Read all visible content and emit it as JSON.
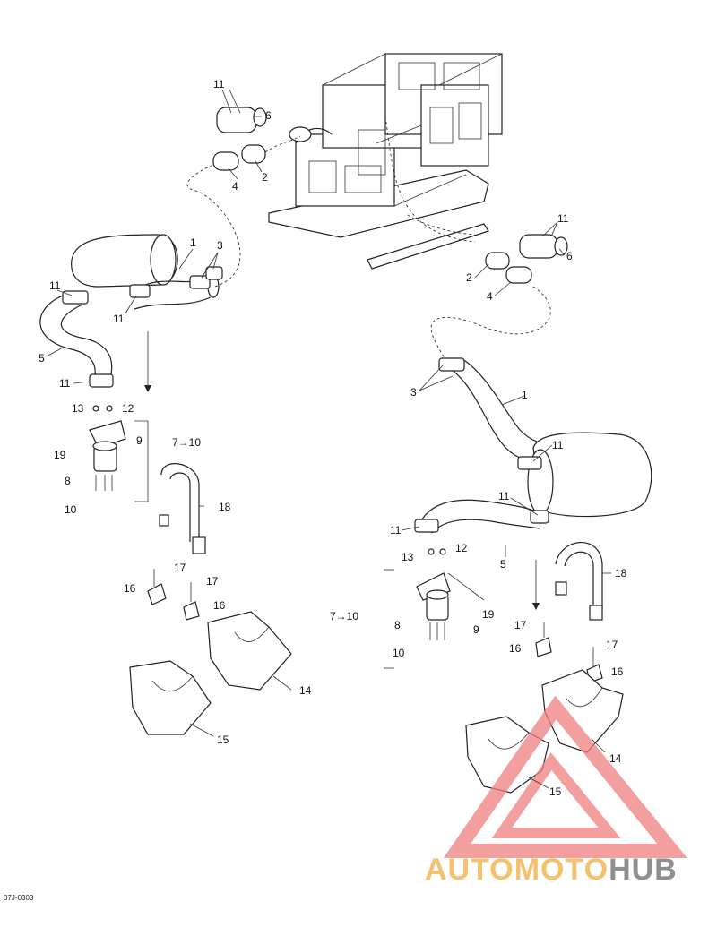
{
  "figure_code": "07J-0303",
  "watermark": {
    "part_a": "AUTOMOTO",
    "part_b": "HUB",
    "color_a": "#f5c16c",
    "color_b": "#8f8f8f",
    "logo_color": "#f08080"
  },
  "callouts": {
    "n1": "1",
    "n2": "2",
    "n3": "3",
    "n4": "4",
    "n5": "5",
    "n6": "6",
    "n8": "8",
    "n9": "9",
    "n10": "10",
    "n11": "11",
    "n12": "12",
    "n13": "13",
    "n14": "14",
    "n15": "15",
    "n16": "16",
    "n17": "17",
    "n18": "18",
    "n19": "19",
    "range": "7→10"
  }
}
